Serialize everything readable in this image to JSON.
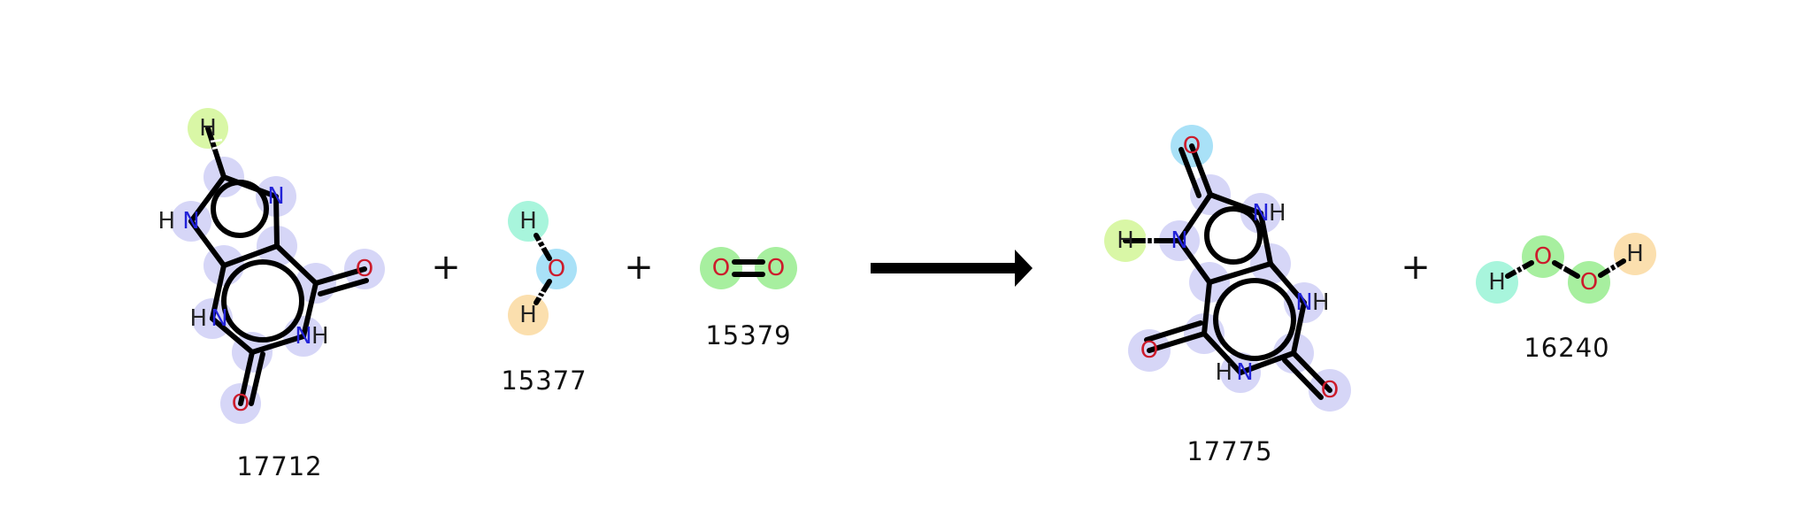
{
  "reaction": {
    "reactants": [
      {
        "id": "17712",
        "label": "17712"
      },
      {
        "id": "15377",
        "label": "15377"
      },
      {
        "id": "15379",
        "label": "15379"
      }
    ],
    "products": [
      {
        "id": "17775",
        "label": "17775"
      },
      {
        "id": "16240",
        "label": "16240"
      }
    ],
    "plus_sign": "+",
    "atoms": {
      "H": "H",
      "N": "N",
      "O": "O",
      "HN": "HN",
      "NH": "NH"
    }
  },
  "colors": {
    "highlight_purple": "#d6d6f7",
    "highlight_yellowgreen": "#d9f7a6",
    "highlight_teal": "#a8f5dc",
    "highlight_blue": "#a9e1f7",
    "highlight_orange": "#fbdfae",
    "highlight_green": "#a7ef9f",
    "nitrogen": "#2323d8",
    "oxygen": "#cc1c2c"
  }
}
